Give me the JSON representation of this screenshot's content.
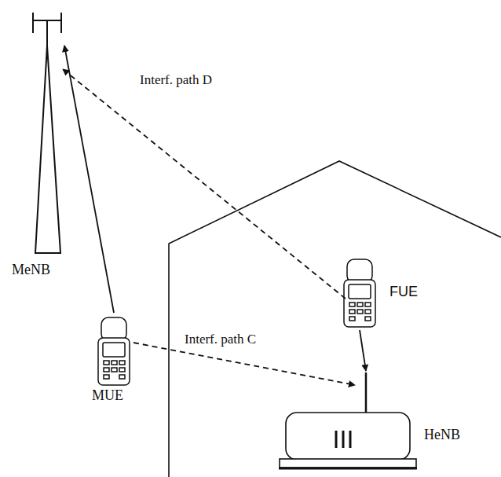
{
  "diagram": {
    "nodes": [
      {
        "text": [
          "MeNB"
        ]
      },
      {
        "text": [
          "FUE"
        ]
      },
      {
        "text": [
          "MUE"
        ]
      },
      {
        "text": [
          "HeNB"
        ]
      }
    ],
    "edges": [
      {
        "from": 2,
        "to": 0,
        "arrow": "to"
      },
      {
        "from": 1,
        "to": 0,
        "label": "Interf. path D",
        "arrow": "to"
      },
      {
        "from": 2,
        "to": 3,
        "label": "Interf. path C",
        "arrow": "to"
      },
      {
        "from": 1,
        "to": 3,
        "arrow": "to"
      }
    ]
  }
}
